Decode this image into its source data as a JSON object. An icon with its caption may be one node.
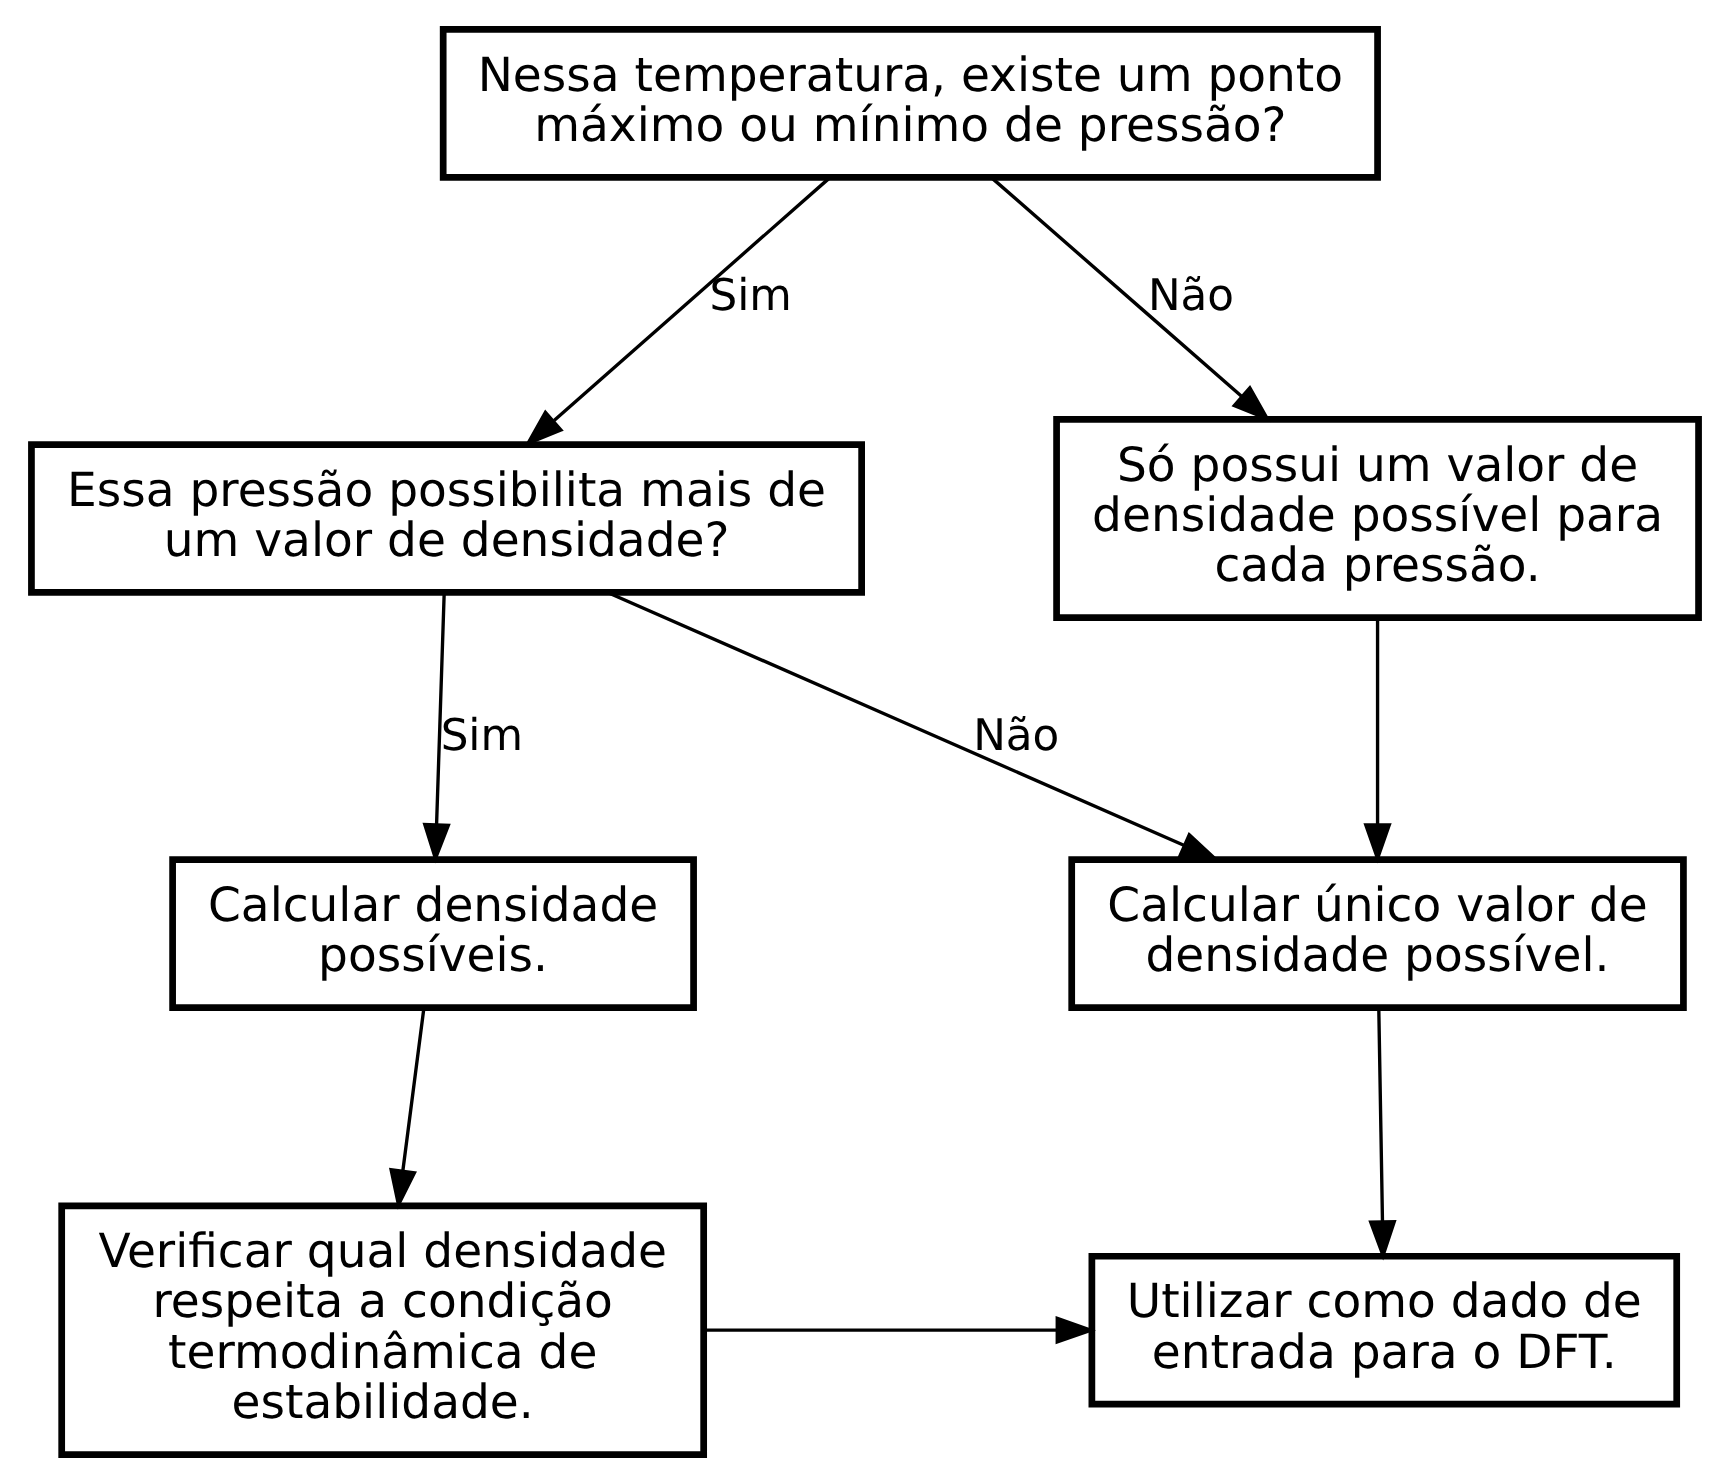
{
  "diagram": {
    "nodes": [
      {
        "text": [
          "Nessa temperatura, existe um ponto máximo ou mínimo de pressão?"
        ]
      },
      {
        "text": [
          "Essa pressão possibilita mais de um valor de densidade?"
        ]
      },
      {
        "text": [
          "Só possui um valor de densidade possível para cada pressão."
        ]
      },
      {
        "text": [
          "Calcular densidade possíveis."
        ]
      },
      {
        "text": [
          "Calcular único valor de densidade possível."
        ]
      },
      {
        "text": [
          "Verificar qual densidade respeita a condição termodinâmica de estabilidade."
        ]
      },
      {
        "text": [
          "Utilizar como dado de entrada para o DFT."
        ]
      }
    ],
    "edges": [
      {
        "from": 0,
        "to": 1,
        "arrow": "to",
        "label": "Sim"
      },
      {
        "from": 0,
        "to": 2,
        "arrow": "to",
        "label": "Não"
      },
      {
        "from": 1,
        "to": 3,
        "arrow": "to",
        "label": "Sim"
      },
      {
        "from": 1,
        "to": 4,
        "arrow": "to",
        "label": "Não"
      },
      {
        "from": 2,
        "to": 4,
        "arrow": "to"
      },
      {
        "from": 3,
        "to": 5,
        "arrow": "to"
      },
      {
        "from": 4,
        "to": 6,
        "arrow": "to"
      },
      {
        "from": 5,
        "to": 6,
        "arrow": "to"
      }
    ]
  }
}
